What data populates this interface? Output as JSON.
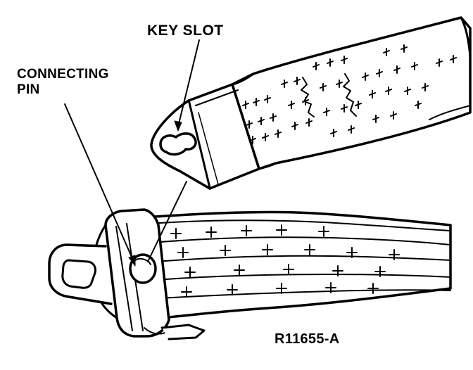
{
  "labels": {
    "key_slot": "KEY SLOT",
    "connecting_pin_line1": "CONNECTING",
    "connecting_pin_line2": "PIN",
    "reference": "R11655-A"
  },
  "colors": {
    "ink": "#000000",
    "paper": "#ffffff"
  }
}
